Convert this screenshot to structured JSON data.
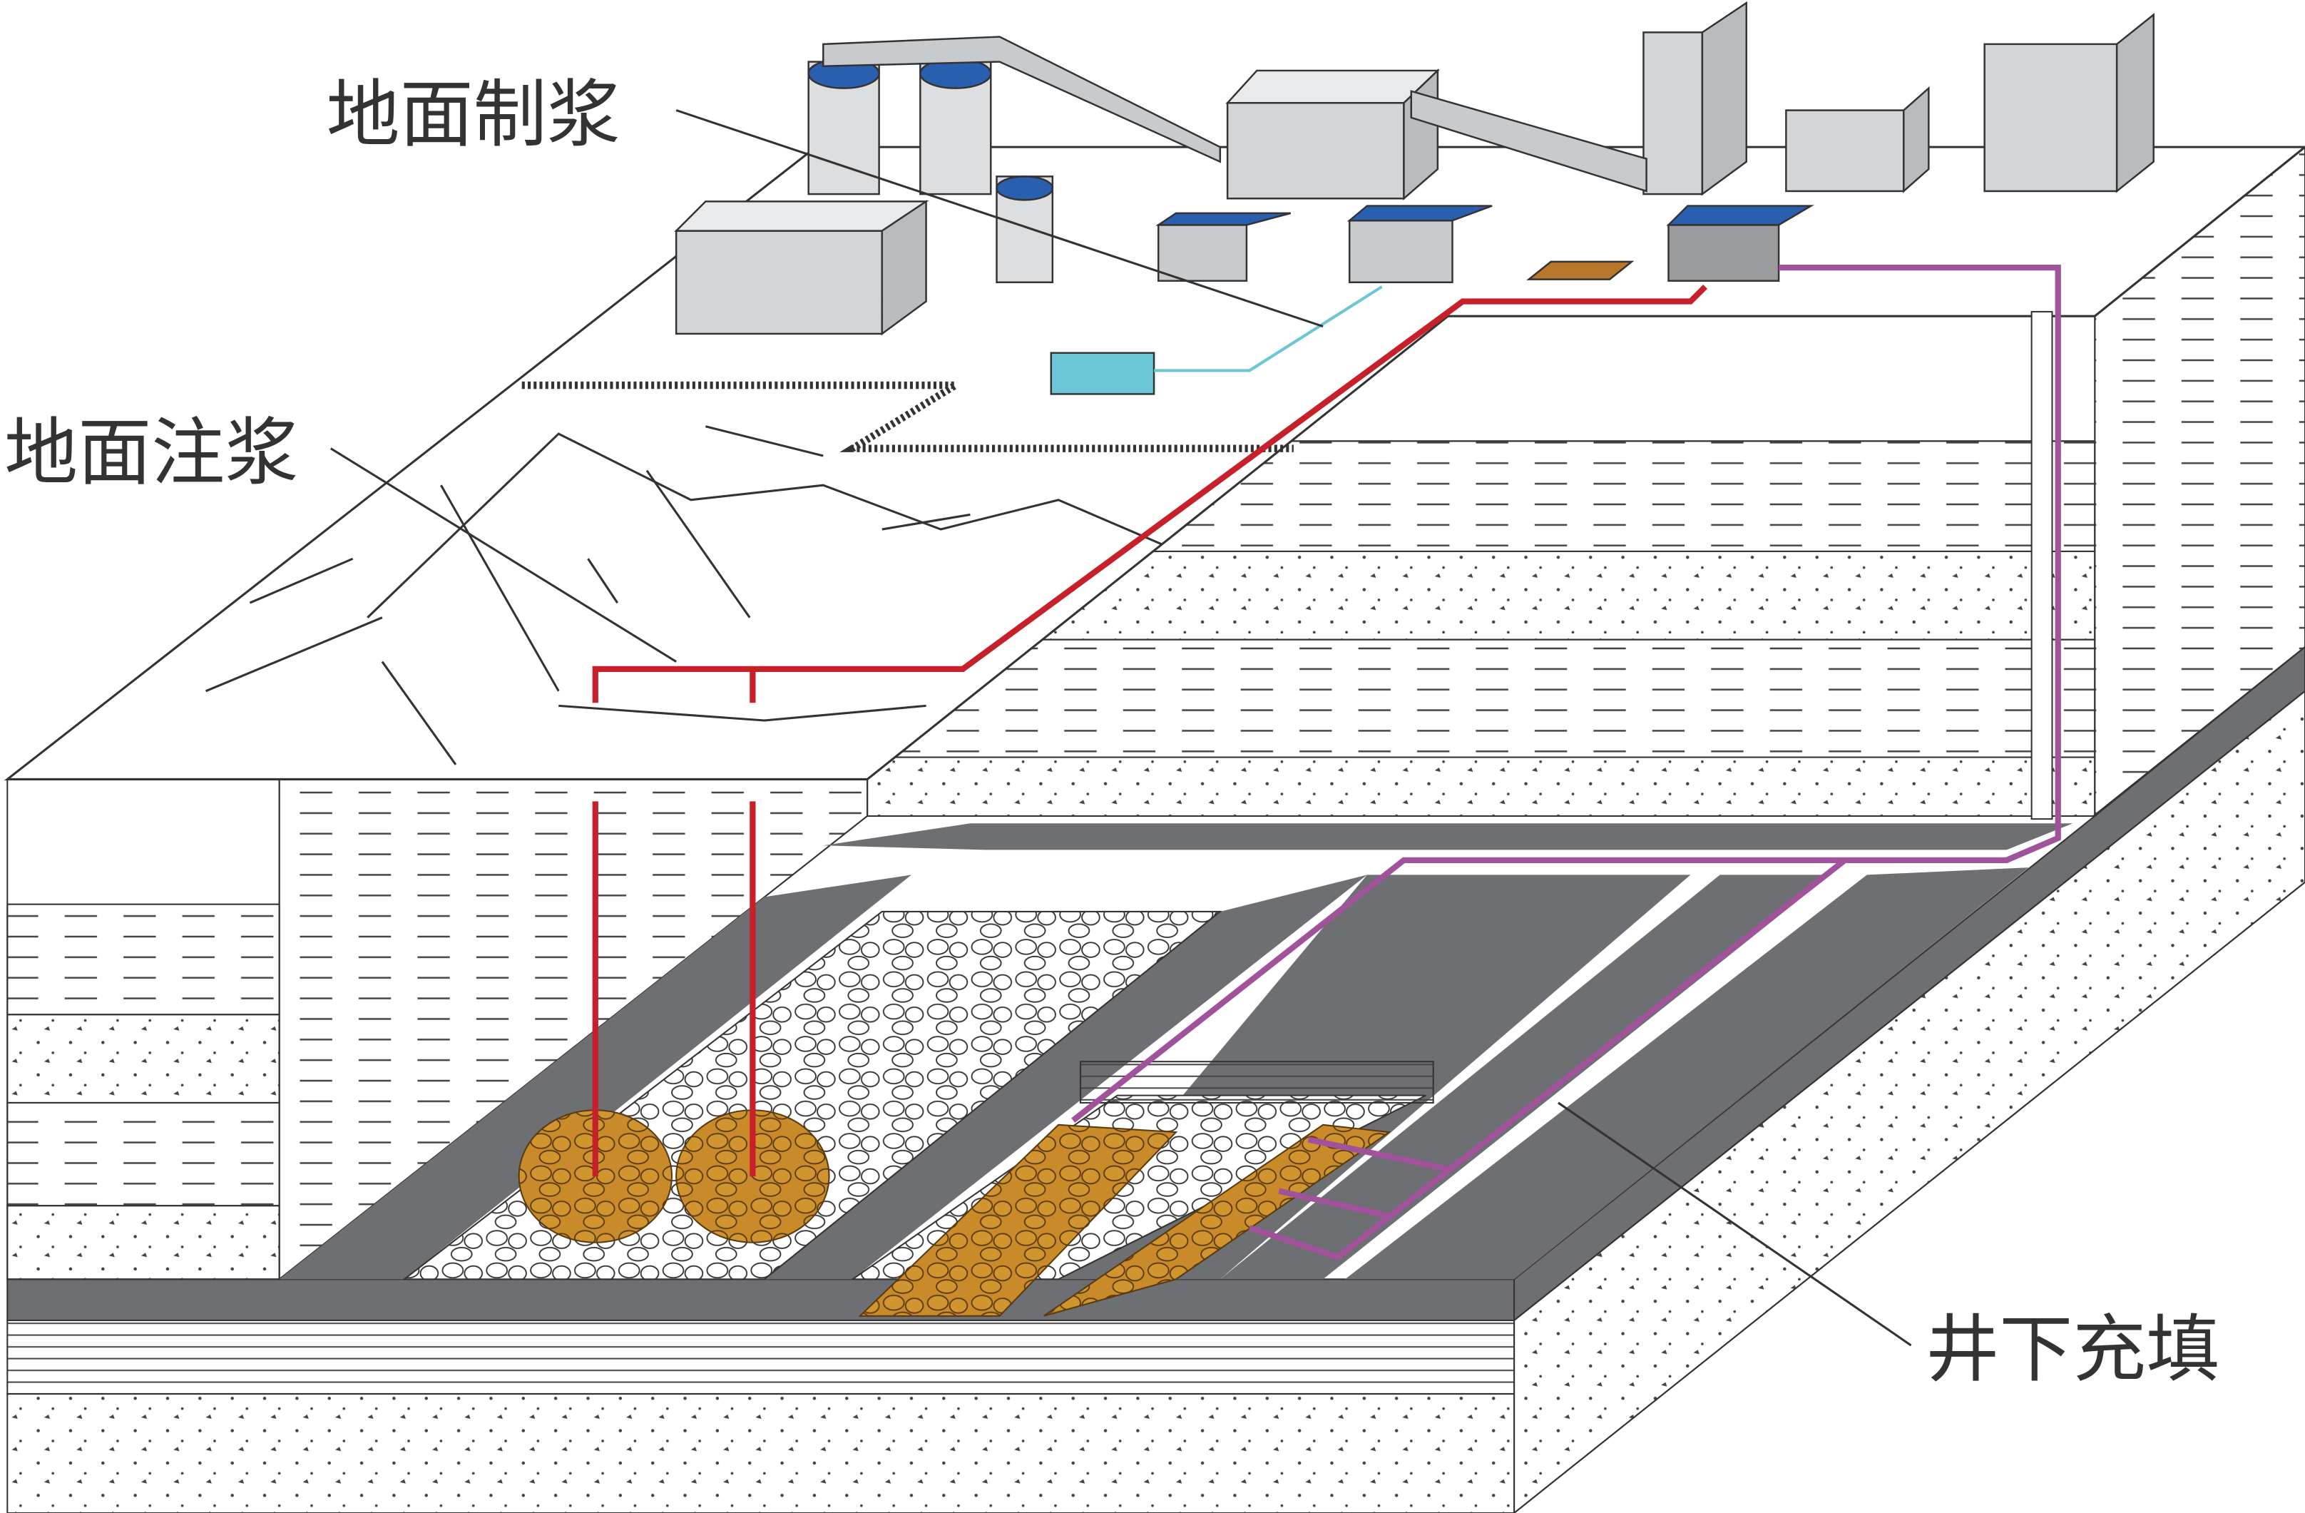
{
  "labels": {
    "surface_pulping": "地面制浆",
    "surface_grouting": "地面注浆",
    "underground_filling": "井下充填"
  },
  "colors": {
    "grout_pipe": "#c8202a",
    "fill_pipe": "#a0529a",
    "slurry_line": "#6cc6d6",
    "coal_seam": "#6e6f72",
    "grout_body": "#c98a2a",
    "building": "#d3d6d8",
    "roof_blue": "#2a5fb0"
  }
}
